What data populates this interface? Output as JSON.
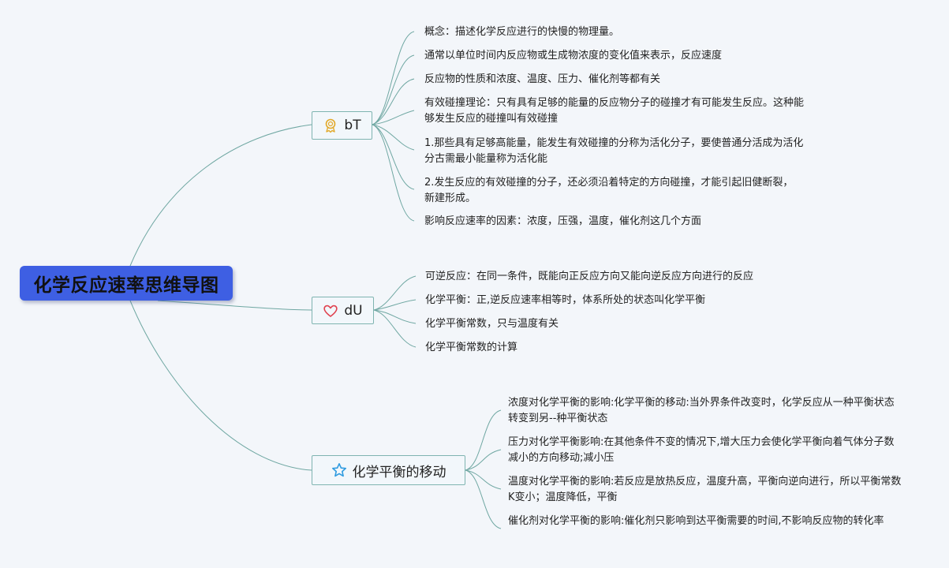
{
  "root": {
    "title": "化学反应速率思维导图"
  },
  "branches": [
    {
      "label": "bT",
      "icon": "award-ribbon-icon",
      "leaves": [
        "概念：描述化学反应进行的快慢的物理量。",
        "通常以单位时间内反应物或生成物浓度的变化值来表示，反应速度",
        "反应物的性质和浓度、温度、压力、催化剂等都有关",
        "有效碰撞理论：只有具有足够的能量的反应物分子的碰撞才有可能发生反应。这种能够发生反应的碰撞叫有效碰撞",
        "1.那些具有足够高能量，能发生有效碰撞的分称为活化分子，要使普通分活成为活化分古需最小能量称为活化能",
        "2.发生反应的有效碰撞的分子，还必须沿着特定的方向碰撞，才能引起旧健断裂，新建形成。",
        "影响反应速率的因素：浓度，压强，温度，催化剂这几个方面"
      ]
    },
    {
      "label": "dU",
      "icon": "heart-icon",
      "leaves": [
        "可逆反应：在同一条件，既能向正反应方向又能向逆反应方向进行的反应",
        "化学平衡：正,逆反应速率相等时，体系所处的状态叫化学平衡",
        "化学平衡常数，只与温度有关",
        "化学平衡常数的计算"
      ]
    },
    {
      "label": "化学平衡的移动",
      "icon": "star-icon",
      "leaves": [
        "浓度对化学平衡的影响:化学平衡的移动:当外界条件改变时，化学反应从一种平衡状态转变到另--种平衡状态",
        "压力对化学平衡影响:在其他条件不变的情况下,增大压力会使化学平衡向着气体分子数减小的方向移动;减小压",
        "温度对化学平衡的影响:若反应是放热反应，温度升高，平衡向逆向进行，所以平衡常数K变小；温度降低，平衡",
        "催化剂对化学平衡的影响:催化剂只影响到达平衡需要的时间,不影响反应物的转化率"
      ]
    }
  ],
  "colors": {
    "background": "#f3f6fa",
    "root_fill": "#3e5fe3",
    "branch_border": "#7fb4b1",
    "line": "#6fa7a2",
    "award_icon": "#e2a92a",
    "heart_icon": "#e0424f",
    "star_icon": "#2f9be0"
  }
}
